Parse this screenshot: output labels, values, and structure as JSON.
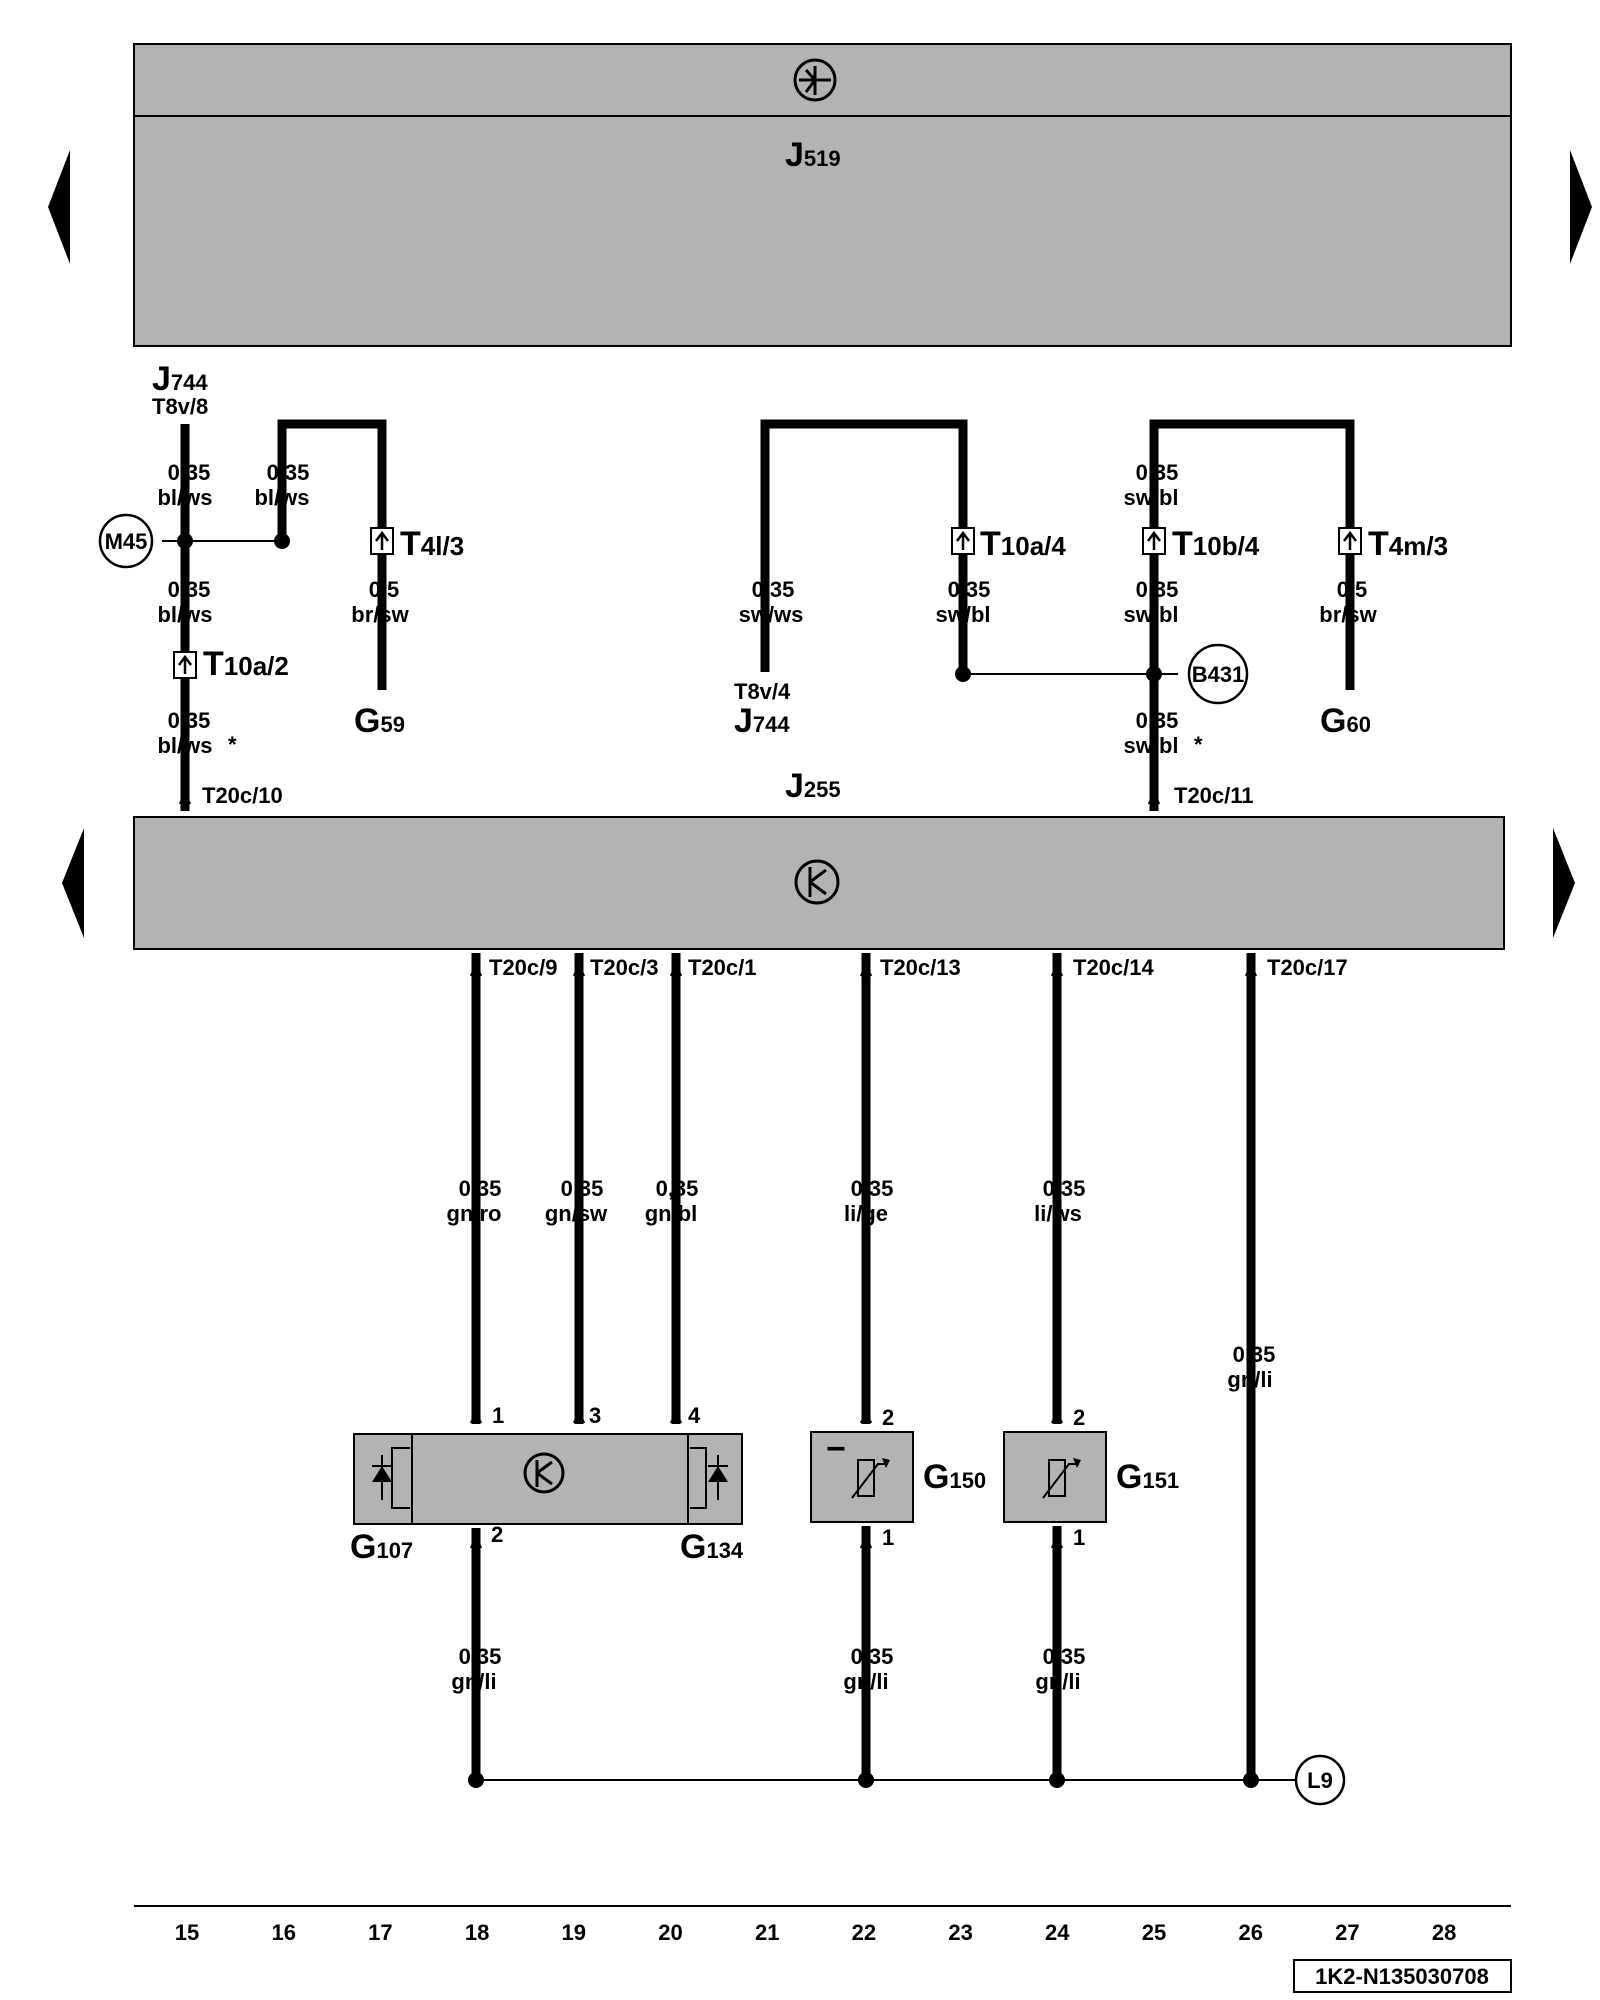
{
  "modules": {
    "top_unit": {
      "name": "J",
      "sub": "519"
    },
    "mid_unit": {
      "name": "J",
      "sub": "255"
    }
  },
  "upper_left": {
    "src_name": "J",
    "src_sub": "744",
    "src_pin": "T8v/8",
    "w1_size": "0,35",
    "w1_color": "bl/ws",
    "w2_size": "0,35",
    "w2_color": "bl/ws",
    "splice": "M45",
    "w3_size": "0,35",
    "w3_color": "bl/ws",
    "conn_a_name": "T",
    "conn_a_sub": "10a/2",
    "w4_size": "0,35",
    "w4_color": "bl/ws",
    "w4_mark": "*",
    "pin_bottom": "T20c/10",
    "conn_b_name": "T",
    "conn_b_sub": "4l/3",
    "w5_size": "0,5",
    "w5_color": "br/sw",
    "sensor_name": "G",
    "sensor_sub": "59"
  },
  "upper_middle": {
    "w1_size": "0,35",
    "w1_color": "sw/ws",
    "dst_pin": "T8v/4",
    "dst_name": "J",
    "dst_sub": "744",
    "conn_name": "T",
    "conn_sub": "10a/4",
    "w2_size": "0,35",
    "w2_color": "sw/bl"
  },
  "upper_right": {
    "w1_size": "0,35",
    "w1_color": "sw/bl",
    "conn_a_name": "T",
    "conn_a_sub": "10b/4",
    "w2_size": "0,35",
    "w2_color": "sw/bl",
    "splice": "B431",
    "w3_size": "0,35",
    "w3_color": "sw/bl",
    "w3_mark": "*",
    "pin_bottom": "T20c/11",
    "conn_b_name": "T",
    "conn_b_sub": "4m/3",
    "w4_size": "0,5",
    "w4_color": "br/sw",
    "sensor_name": "G",
    "sensor_sub": "60"
  },
  "lower_wires": [
    {
      "pin": "T20c/9",
      "size": "0,35",
      "color": "gn/ro",
      "term": "1"
    },
    {
      "pin": "T20c/3",
      "size": "0,35",
      "color": "gn/sw",
      "term": "3"
    },
    {
      "pin": "T20c/1",
      "size": "0,35",
      "color": "gn/bl",
      "term": "4"
    },
    {
      "pin": "T20c/13",
      "size": "0,35",
      "color": "li/ge",
      "term": "2"
    },
    {
      "pin": "T20c/14",
      "size": "0,35",
      "color": "li/ws",
      "term": "2"
    },
    {
      "pin": "T20c/17",
      "size": "0,35",
      "color": "gn/li"
    }
  ],
  "sensors": {
    "g107": {
      "name": "G",
      "sub": "107",
      "term_bottom": "2"
    },
    "g134": {
      "name": "G",
      "sub": "134"
    },
    "g150": {
      "name": "G",
      "sub": "150",
      "term_bottom": "1",
      "minus": "−"
    },
    "g151": {
      "name": "G",
      "sub": "151",
      "term_bottom": "1"
    }
  },
  "ground_wires": [
    {
      "size": "0,35",
      "color": "gn/li"
    },
    {
      "size": "0,35",
      "color": "gn/li"
    },
    {
      "size": "0,35",
      "color": "gn/li"
    }
  ],
  "ground_splice": "L9",
  "track_numbers": [
    "15",
    "16",
    "17",
    "18",
    "19",
    "20",
    "21",
    "22",
    "23",
    "24",
    "25",
    "26",
    "27",
    "28"
  ],
  "diagram_id": "1K2-N135030708"
}
